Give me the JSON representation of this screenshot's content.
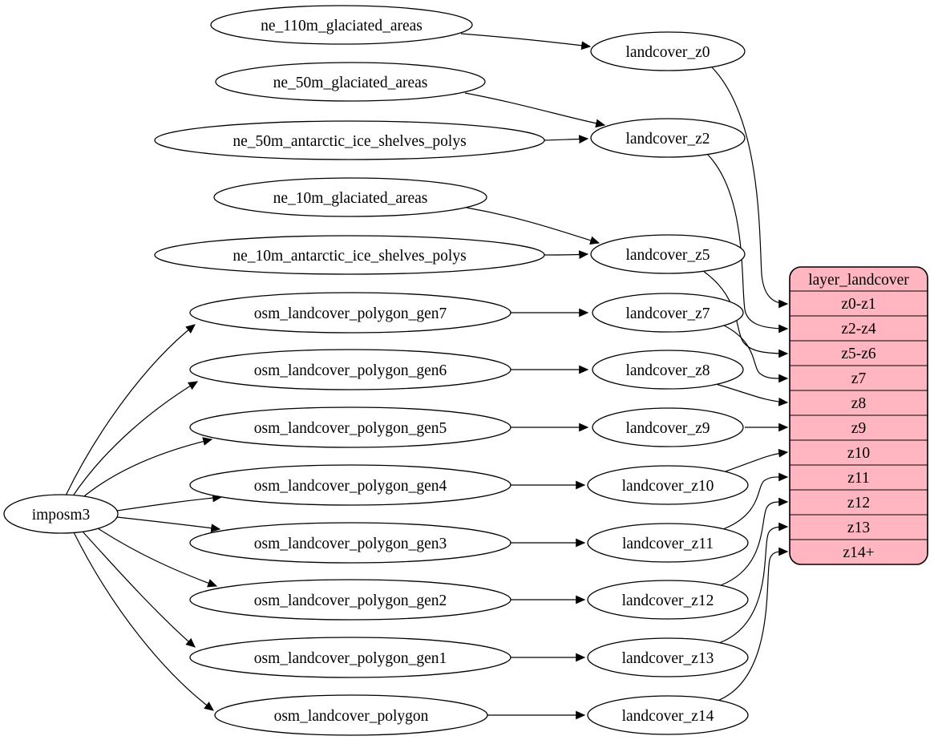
{
  "diagram": {
    "kind": "dependency-graph",
    "colors": {
      "background": "#ffffff",
      "node_fill": "#ffffff",
      "record_fill": "#ffb6c1",
      "stroke": "#000000"
    },
    "nodes": [
      {
        "id": "imposm3",
        "label": "imposm3"
      },
      {
        "id": "ne_110m_glaciated_areas",
        "label": "ne_110m_glaciated_areas"
      },
      {
        "id": "ne_50m_glaciated_areas",
        "label": "ne_50m_glaciated_areas"
      },
      {
        "id": "ne_50m_antarctic_ice_shelves_polys",
        "label": "ne_50m_antarctic_ice_shelves_polys"
      },
      {
        "id": "ne_10m_glaciated_areas",
        "label": "ne_10m_glaciated_areas"
      },
      {
        "id": "ne_10m_antarctic_ice_shelves_polys",
        "label": "ne_10m_antarctic_ice_shelves_polys"
      },
      {
        "id": "osm_landcover_polygon_gen7",
        "label": "osm_landcover_polygon_gen7"
      },
      {
        "id": "osm_landcover_polygon_gen6",
        "label": "osm_landcover_polygon_gen6"
      },
      {
        "id": "osm_landcover_polygon_gen5",
        "label": "osm_landcover_polygon_gen5"
      },
      {
        "id": "osm_landcover_polygon_gen4",
        "label": "osm_landcover_polygon_gen4"
      },
      {
        "id": "osm_landcover_polygon_gen3",
        "label": "osm_landcover_polygon_gen3"
      },
      {
        "id": "osm_landcover_polygon_gen2",
        "label": "osm_landcover_polygon_gen2"
      },
      {
        "id": "osm_landcover_polygon_gen1",
        "label": "osm_landcover_polygon_gen1"
      },
      {
        "id": "osm_landcover_polygon",
        "label": "osm_landcover_polygon"
      },
      {
        "id": "landcover_z0",
        "label": "landcover_z0"
      },
      {
        "id": "landcover_z2",
        "label": "landcover_z2"
      },
      {
        "id": "landcover_z5",
        "label": "landcover_z5"
      },
      {
        "id": "landcover_z7",
        "label": "landcover_z7"
      },
      {
        "id": "landcover_z8",
        "label": "landcover_z8"
      },
      {
        "id": "landcover_z9",
        "label": "landcover_z9"
      },
      {
        "id": "landcover_z10",
        "label": "landcover_z10"
      },
      {
        "id": "landcover_z11",
        "label": "landcover_z11"
      },
      {
        "id": "landcover_z12",
        "label": "landcover_z12"
      },
      {
        "id": "landcover_z13",
        "label": "landcover_z13"
      },
      {
        "id": "landcover_z14",
        "label": "landcover_z14"
      }
    ],
    "record": {
      "title": "layer_landcover",
      "rows": [
        "z0-z1",
        "z2-z4",
        "z5-z6",
        "z7",
        "z8",
        "z9",
        "z10",
        "z11",
        "z12",
        "z13",
        "z14+"
      ]
    },
    "edges": [
      {
        "from": "imposm3",
        "to": "osm_landcover_polygon_gen7"
      },
      {
        "from": "imposm3",
        "to": "osm_landcover_polygon_gen6"
      },
      {
        "from": "imposm3",
        "to": "osm_landcover_polygon_gen5"
      },
      {
        "from": "imposm3",
        "to": "osm_landcover_polygon_gen4"
      },
      {
        "from": "imposm3",
        "to": "osm_landcover_polygon_gen3"
      },
      {
        "from": "imposm3",
        "to": "osm_landcover_polygon_gen2"
      },
      {
        "from": "imposm3",
        "to": "osm_landcover_polygon_gen1"
      },
      {
        "from": "imposm3",
        "to": "osm_landcover_polygon"
      },
      {
        "from": "ne_110m_glaciated_areas",
        "to": "landcover_z0"
      },
      {
        "from": "ne_50m_glaciated_areas",
        "to": "landcover_z2"
      },
      {
        "from": "ne_50m_antarctic_ice_shelves_polys",
        "to": "landcover_z2"
      },
      {
        "from": "ne_10m_glaciated_areas",
        "to": "landcover_z5"
      },
      {
        "from": "ne_10m_antarctic_ice_shelves_polys",
        "to": "landcover_z5"
      },
      {
        "from": "osm_landcover_polygon_gen7",
        "to": "landcover_z7"
      },
      {
        "from": "osm_landcover_polygon_gen6",
        "to": "landcover_z8"
      },
      {
        "from": "osm_landcover_polygon_gen5",
        "to": "landcover_z9"
      },
      {
        "from": "osm_landcover_polygon_gen4",
        "to": "landcover_z10"
      },
      {
        "from": "osm_landcover_polygon_gen3",
        "to": "landcover_z11"
      },
      {
        "from": "osm_landcover_polygon_gen2",
        "to": "landcover_z12"
      },
      {
        "from": "osm_landcover_polygon_gen1",
        "to": "landcover_z13"
      },
      {
        "from": "osm_landcover_polygon",
        "to": "landcover_z14"
      },
      {
        "from": "landcover_z0",
        "to": "layer_landcover:z0-z1"
      },
      {
        "from": "landcover_z2",
        "to": "layer_landcover:z2-z4"
      },
      {
        "from": "landcover_z5",
        "to": "layer_landcover:z5-z6"
      },
      {
        "from": "landcover_z7",
        "to": "layer_landcover:z7"
      },
      {
        "from": "landcover_z8",
        "to": "layer_landcover:z8"
      },
      {
        "from": "landcover_z9",
        "to": "layer_landcover:z9"
      },
      {
        "from": "landcover_z10",
        "to": "layer_landcover:z10"
      },
      {
        "from": "landcover_z11",
        "to": "layer_landcover:z11"
      },
      {
        "from": "landcover_z12",
        "to": "layer_landcover:z12"
      },
      {
        "from": "landcover_z13",
        "to": "layer_landcover:z13"
      },
      {
        "from": "landcover_z14",
        "to": "layer_landcover:z14+"
      }
    ]
  }
}
